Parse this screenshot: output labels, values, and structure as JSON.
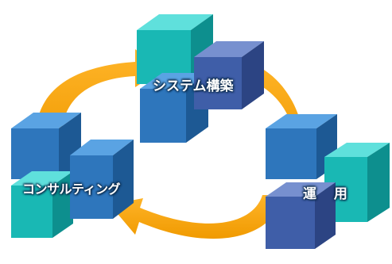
{
  "nodes": {
    "system": {
      "label": "システム構築"
    },
    "consulting": {
      "label": "コンサルティング"
    },
    "operations": {
      "label": "運 用"
    }
  },
  "colors": {
    "arrow": "#f5a300",
    "cube_teal_front": "#19b8b4",
    "cube_blue_front": "#2e76bc",
    "cube_slate_front": "#3f5ea8",
    "label_text": "#ffffff"
  }
}
